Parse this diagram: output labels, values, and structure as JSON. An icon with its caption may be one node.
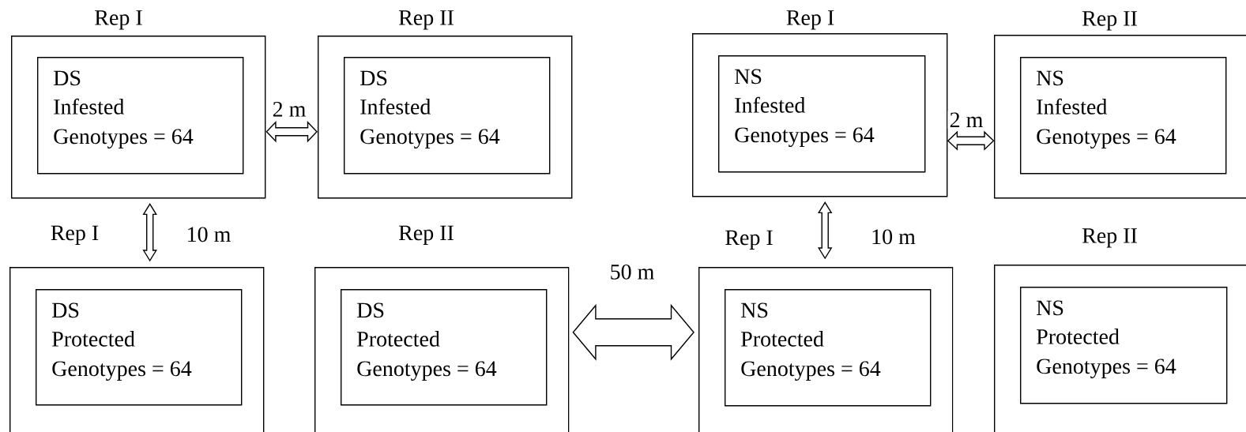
{
  "diagram": {
    "nodes": [
      {
        "text": [
          "Rep I"
        ]
      },
      {
        "text": [
          "DS",
          "Infested",
          "Genotypes = 64"
        ],
        "in": 0
      },
      {
        "text": [
          "Rep II"
        ]
      },
      {
        "text": [
          "DS",
          "Infested",
          "Genotypes = 64"
        ],
        "in": 2
      },
      {
        "text": [
          "Rep I"
        ]
      },
      {
        "text": [
          "NS",
          "Infested",
          "Genotypes = 64"
        ],
        "in": 4
      },
      {
        "text": [
          "Rep II"
        ]
      },
      {
        "text": [
          "NS",
          "Infested",
          "Genotypes = 64"
        ],
        "in": 6
      },
      {
        "text": [
          "Rep I"
        ]
      },
      {
        "text": [
          "DS",
          "Protected",
          "Genotypes = 64"
        ],
        "in": 8
      },
      {
        "text": [
          "Rep II"
        ]
      },
      {
        "text": [
          "DS",
          "Protected",
          "Genotypes = 64"
        ],
        "in": 10
      },
      {
        "text": [
          "Rep I"
        ]
      },
      {
        "text": [
          "NS",
          "Protected",
          "Genotypes = 64"
        ],
        "in": 12
      },
      {
        "text": [
          "Rep II"
        ]
      },
      {
        "text": [
          "NS",
          "Protected",
          "Genotypes = 64"
        ],
        "in": 14
      }
    ],
    "edges": [
      {
        "from": 0,
        "to": 2,
        "arrow": "both",
        "label": "2 m"
      },
      {
        "from": 0,
        "to": 8,
        "arrow": "both",
        "label": "10 m"
      },
      {
        "from": 10,
        "to": 12,
        "arrow": "both",
        "label": "50 m"
      },
      {
        "from": 4,
        "to": 6,
        "arrow": "both",
        "label": "2 m"
      },
      {
        "from": 4,
        "to": 12,
        "arrow": "both",
        "label": "10 m"
      }
    ]
  }
}
